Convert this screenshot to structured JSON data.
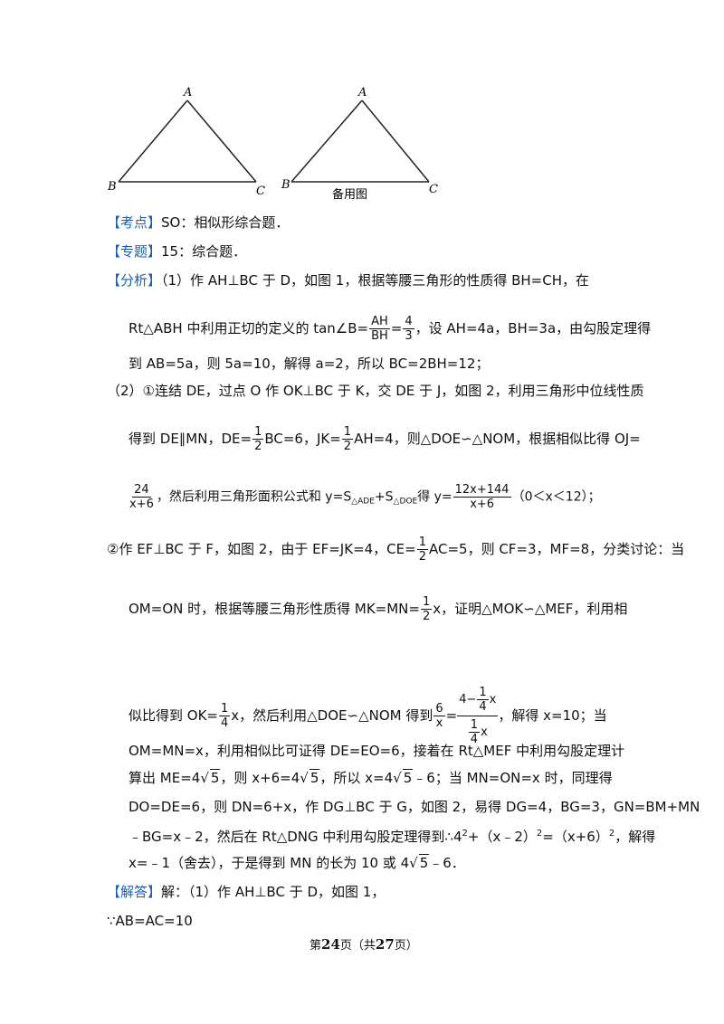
{
  "figures": {
    "fig1": {
      "A": "A",
      "B": "B",
      "C": "C"
    },
    "fig2": {
      "A": "A",
      "B": "B",
      "C": "C",
      "caption": "备用图"
    }
  },
  "kaodian": {
    "tag": "【考点】",
    "text": "SO：相似形综合题．"
  },
  "zhuanti": {
    "tag": "【专题】",
    "text": "15：综合题．"
  },
  "fenxi": {
    "tag": "【分析】",
    "l1": "（1）作 AH⊥BC 于 D，如图 1，根据等腰三角形的性质得 BH=CH，在",
    "l2a": "Rt△ABH 中利用正切的定义的 tan∠B=",
    "l2f1n": "AH",
    "l2f1d": "BH",
    "l2eq": "=",
    "l2f2n": "4",
    "l2f2d": "3",
    "l2b": "，设 AH=4a，BH=3a，由勾股定理得",
    "l3": "到 AB=5a，则 5a=10，解得 a=2，所以 BC=2BH=12；",
    "l4": "（2）①连结 DE，过点 O 作 OK⊥BC 于 K，交 DE 于 J，如图 2，利用三角形中位线性质",
    "l5a": "得到 DE∥MN，DE=",
    "l5f1n": "1",
    "l5f1d": "2",
    "l5b": "BC=6，JK=",
    "l5f2n": "1",
    "l5f2d": "2",
    "l5c": "AH=4，则△DOE∽△NOM，根据相似比得 OJ=",
    "l6f1n": "24",
    "l6f1d": "x+6",
    "l6a": "，然后利用三角形面积公式和 y=S",
    "l6s1": "△ADE",
    "l6p": "+S",
    "l6s2": "△DOE",
    "l6b": "得 y=",
    "l6f2n": "12x+144",
    "l6f2d": "x+6",
    "l6c": "（0＜x＜12）；",
    "l7a": "②作 EF⊥BC 于 F，如图 2，由于 EF=JK=4，CE=",
    "l7fn": "1",
    "l7fd": "2",
    "l7b": "AC=5，则 CF=3，MF=8，分类讨论：当",
    "l8a": "OM=ON 时，根据等腰三角形性质得 MK=MN=",
    "l8fn": "1",
    "l8fd": "2",
    "l8b": "x，证明△MOK∽△MEF，利用相",
    "l9a": "似比得到 OK=",
    "l9fn": "1",
    "l9fd": "4",
    "l9b": "x，然后利用△DOE∽△NOM 得到",
    "l9f2n": "6",
    "l9f2d": "x",
    "l9eq": "=",
    "l9n_a": "4−",
    "l9n_fn": "1",
    "l9n_fd": "4",
    "l9n_b": "x",
    "l9d_fn": "1",
    "l9d_fd": "4",
    "l9d_b": "x",
    "l9c": "，解得 x=10；当",
    "l10": "OM=MN=x，利用相似比可证得 DE=EO=6，接着在 Rt△MEF 中利用勾股定理计",
    "l11a": "算出 ME=4",
    "l11r1": "5",
    "l11b": "，则 x+6=4",
    "l11r2": "5",
    "l11c": "，所以 x=4",
    "l11r3": "5",
    "l11d": "﹣6；当 MN=ON=x 时，同理得",
    "l12": "DO=DE=6，则 DN=6+x，作 DG⊥BC 于 G，如图 2，易得 DG=4，BG=3，GN=BM+MN",
    "l13a": "﹣BG=x﹣2，然后在 Rt△DNG 中利用勾股定理得到∴4",
    "l13s1": "2",
    "l13b": "+（x﹣2）",
    "l13s2": "2",
    "l13c": "=（x+6）",
    "l13s3": "2",
    "l13d": "，解得",
    "l14a": "x=﹣1（舍去），于是得到 MN 的长为 10 或 4",
    "l14r": "5",
    "l14b": "﹣6．"
  },
  "jieda": {
    "tag": "【解答】",
    "text": "解：（1）作 AH⊥BC 于 D，如图 1，"
  },
  "last": "∵AB=AC=10",
  "footer": {
    "a": "第",
    "page": "24",
    "b": "页（共",
    "total": "27",
    "c": "页）"
  }
}
